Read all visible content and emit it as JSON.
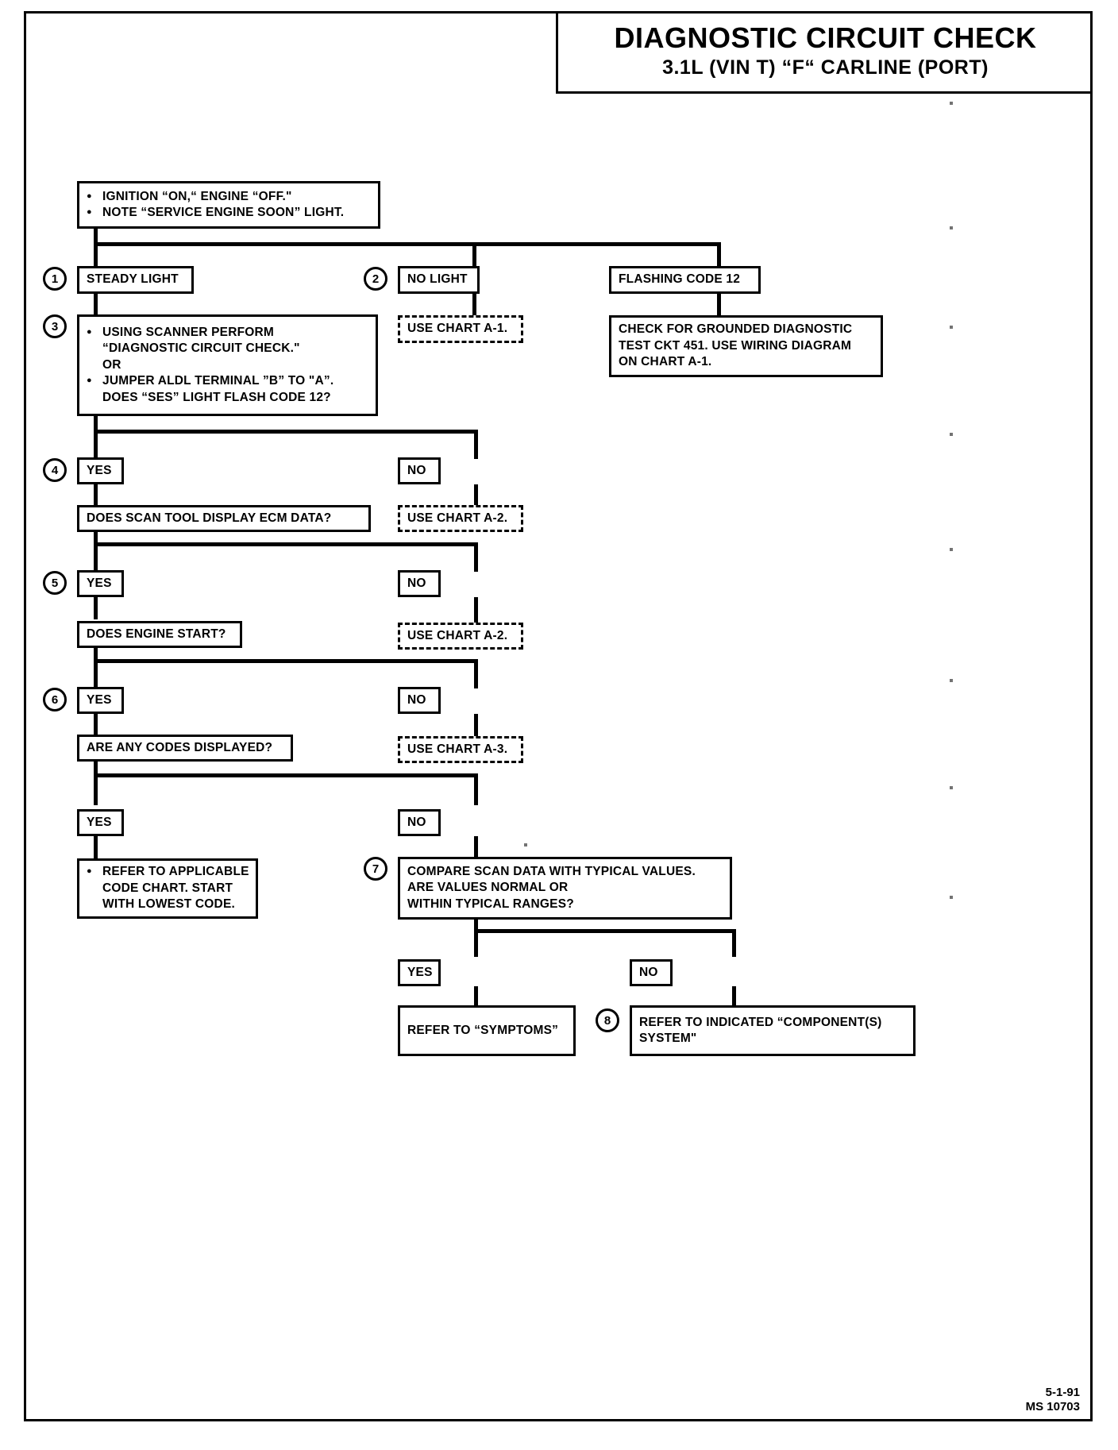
{
  "header": {
    "title": "DIAGNOSTIC CIRCUIT CHECK",
    "subtitle": "3.1L  (VIN T)  “F“  CARLINE  (PORT)"
  },
  "steps": {
    "s1": "1",
    "s2": "2",
    "s3": "3",
    "s4": "4",
    "s5": "5",
    "s6": "6",
    "s7": "7",
    "s8": "8"
  },
  "boxes": {
    "start": {
      "b1": "IGNITION “ON,“ ENGINE  “OFF.\"",
      "b2": "NOTE “SERVICE ENGINE SOON” LIGHT."
    },
    "steady_light": "STEADY LIGHT",
    "no_light": "NO LIGHT",
    "flashing_code_12": "FLASHING CODE 12",
    "use_chart_a1": "USE CHART A-1.",
    "grounded": {
      "l1": "CHECK FOR GROUNDED DIAGNOSTIC",
      "l2": "TEST CKT 451.  USE WIRING DIAGRAM",
      "l3": "ON CHART A-1."
    },
    "scanner": {
      "b1a": "USING  SCANNER  PERFORM",
      "b1b": "“DIAGNOSTIC CIRCUIT CHECK.\"",
      "b1c": "OR",
      "b2a": "JUMPER ALDL TERMINAL ”B” TO \"A”.",
      "b2b": "DOES “SES” LIGHT FLASH CODE 12?"
    },
    "yes": "YES",
    "no": "NO",
    "scan_tool": "DOES SCAN TOOL  DISPLAY ECM DATA?",
    "use_chart_a2_a": "USE CHART A-2.",
    "engine_start": "DOES ENGINE START?",
    "use_chart_a2_b": "USE CHART A-2.",
    "codes_displayed": "ARE ANY CODES DISPLAYED?",
    "use_chart_a3": "USE CHART A-3.",
    "refer_code_chart": {
      "l1": "REFER TO APPLICABLE",
      "l2": "CODE CHART.  START",
      "l3": "WITH LOWEST CODE."
    },
    "compare": {
      "l1": "COMPARE SCAN DATA WITH TYPICAL VALUES.",
      "l2": "ARE VALUES NORMAL OR",
      "l3": "WITHIN TYPICAL RANGES?"
    },
    "refer_symptoms": "REFER TO “SYMPTOMS”",
    "refer_component": {
      "l1": "REFER TO INDICATED “COMPONENT(S)",
      "l2": "SYSTEM\""
    }
  },
  "footer": {
    "date": "5-1-91",
    "code": "MS 10703"
  },
  "colors": {
    "ink": "#000000",
    "paper": "#ffffff"
  }
}
